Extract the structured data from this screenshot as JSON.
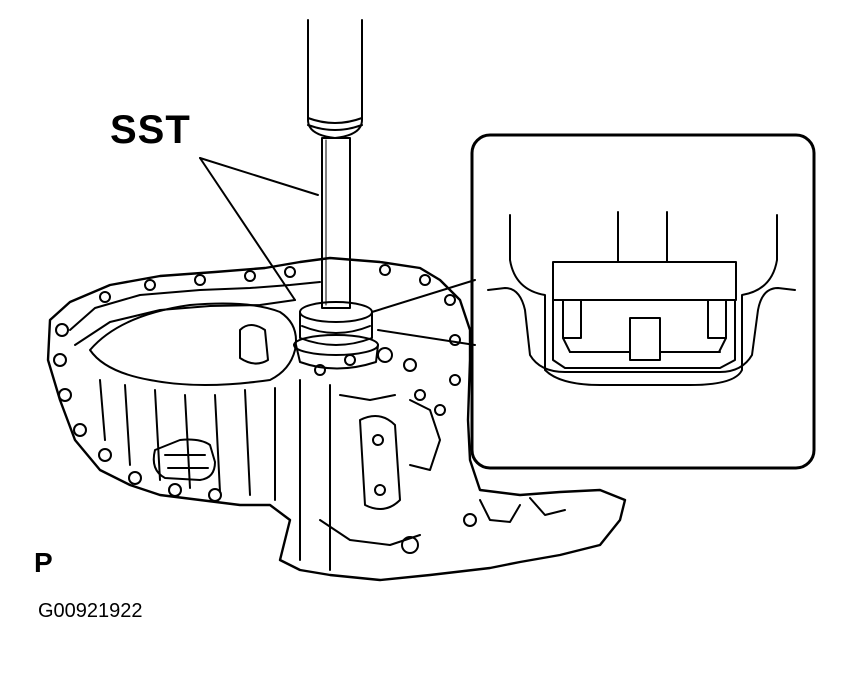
{
  "labels": {
    "tool": "SST",
    "view_marker": "P",
    "figure_id": "G00921922"
  },
  "colors": {
    "line": "#000000",
    "background": "#ffffff"
  }
}
